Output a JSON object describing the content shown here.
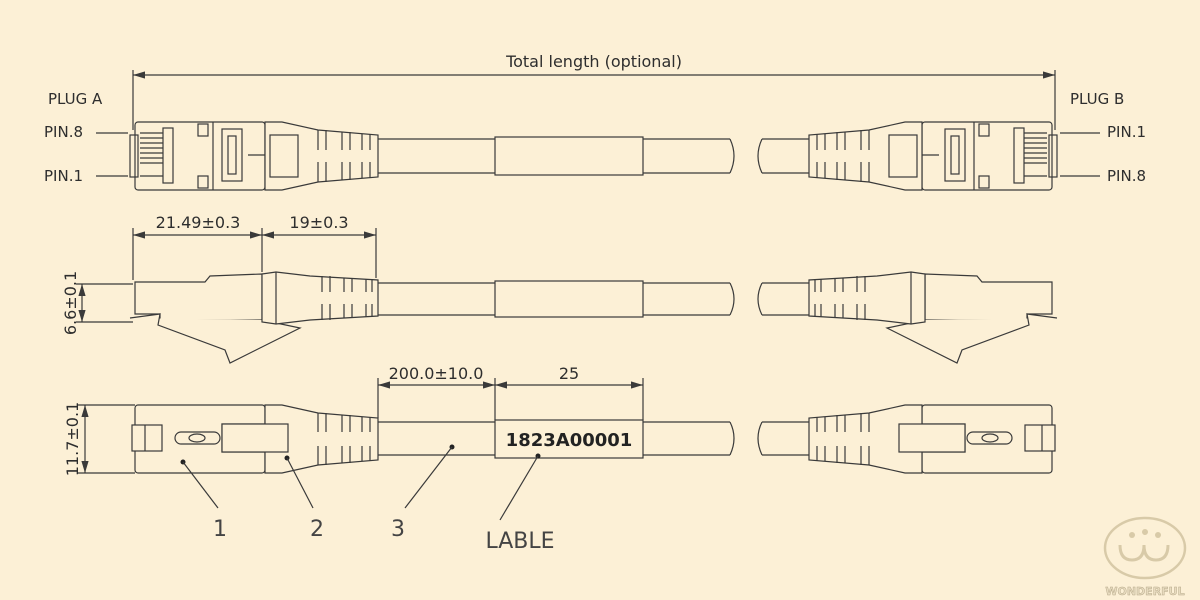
{
  "dimensions": {
    "total_length": "Total length (optional)",
    "plug_length": "21.49±0.3",
    "boot_length": "19±0.3",
    "plug_height": "6.6±0.1",
    "plug_width": "11.7±0.1",
    "label_offset": "200.0±10.0",
    "label_width": "25"
  },
  "plugs": {
    "plug_a": "PLUG  A",
    "plug_b": "PLUG  B",
    "a_pin_top": "PIN.8",
    "a_pin_bottom": "PIN.1",
    "b_pin_top": "PIN.1",
    "b_pin_bottom": "PIN.8"
  },
  "label_text": "1823A00001",
  "callouts": [
    "1",
    "2",
    "3",
    "LABLE"
  ],
  "logo": "WONDERFUL",
  "colors": {
    "background": "#fcf0d6",
    "line": "#3a3a3a"
  }
}
